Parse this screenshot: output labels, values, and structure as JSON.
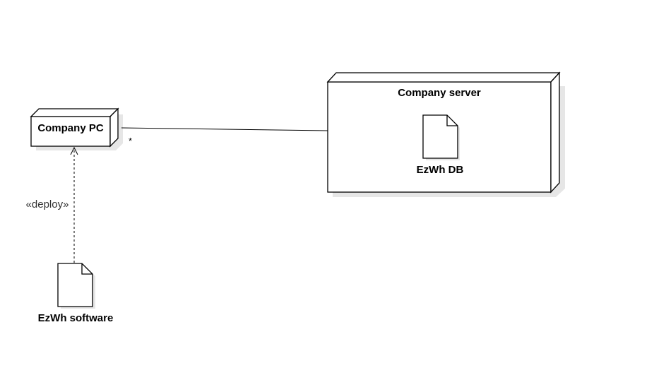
{
  "nodes": {
    "company_pc": {
      "label": "Company PC"
    },
    "company_server": {
      "label": "Company server"
    }
  },
  "artifacts": {
    "ezwh_db": {
      "label": "EzWh DB"
    },
    "ezwh_software": {
      "label": "EzWh software"
    }
  },
  "connectors": {
    "pc_server_link": {
      "multiplicity": "*"
    },
    "deploy_dependency": {
      "stereotype": "«deploy»"
    }
  },
  "colors": {
    "stroke": "#000000",
    "fill": "#ffffff",
    "shadow": "#e6e6e6",
    "stereotype_text": "#333333"
  }
}
